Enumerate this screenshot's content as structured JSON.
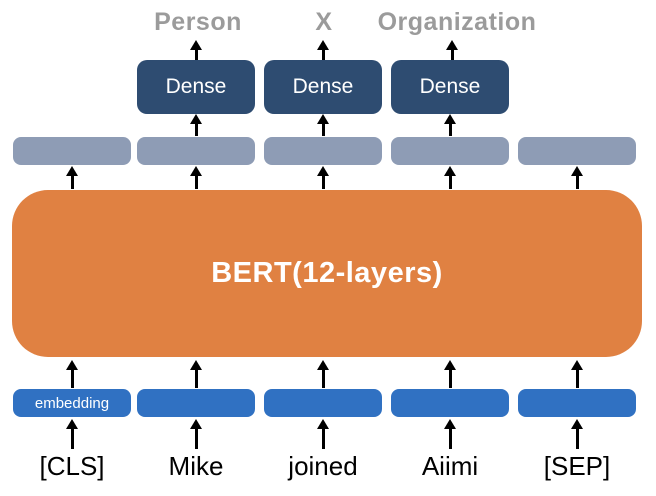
{
  "diagram": {
    "title_semantics": "BERT token classification diagram",
    "output_labels": [
      "Person",
      "X",
      "Organization"
    ],
    "dense_labels": [
      "Dense",
      "Dense",
      "Dense"
    ],
    "bert_label": "BERT(12-layers)",
    "embedding_label": "embedding",
    "tokens": [
      "[CLS]",
      "Mike",
      "joined",
      "Aiimi",
      "[SEP]"
    ]
  },
  "colors": {
    "dense_navy": "#2E4C71",
    "hidden_gray": "#8E9CB5",
    "bert_orange": "#E08142",
    "embedding_blue": "#3071C2",
    "label_gray": "#9B9B9B",
    "arrow_black": "#000000",
    "background": "#FFFFFF"
  }
}
